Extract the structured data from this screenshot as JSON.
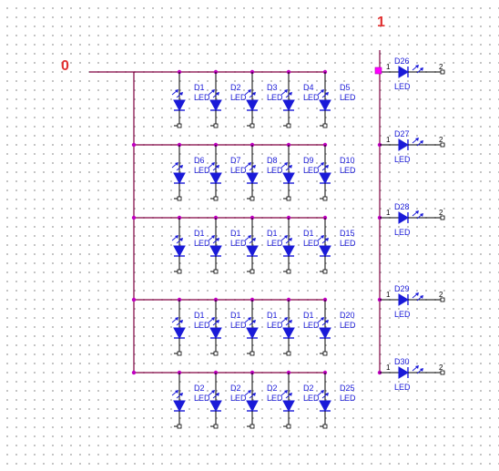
{
  "net_labels": {
    "left": "0",
    "right": "1"
  },
  "matrix": {
    "rows": [
      {
        "leds": [
          {
            "ref": "D1",
            "value": "LED"
          },
          {
            "ref": "D2",
            "value": "LED"
          },
          {
            "ref": "D3",
            "value": "LED"
          },
          {
            "ref": "D4",
            "value": "LED"
          },
          {
            "ref": "D5",
            "value": "LED"
          }
        ]
      },
      {
        "leds": [
          {
            "ref": "D6",
            "value": "LED"
          },
          {
            "ref": "D7",
            "value": "LED"
          },
          {
            "ref": "D8",
            "value": "LED"
          },
          {
            "ref": "D9",
            "value": "LED"
          },
          {
            "ref": "D10",
            "value": "LED"
          }
        ]
      },
      {
        "leds": [
          {
            "ref": "D1",
            "value": "LED"
          },
          {
            "ref": "D1",
            "value": "LED"
          },
          {
            "ref": "D1",
            "value": "LED"
          },
          {
            "ref": "D1",
            "value": "LED"
          },
          {
            "ref": "D15",
            "value": "LED"
          }
        ]
      },
      {
        "leds": [
          {
            "ref": "D1",
            "value": "LED"
          },
          {
            "ref": "D1",
            "value": "LED"
          },
          {
            "ref": "D1",
            "value": "LED"
          },
          {
            "ref": "D1",
            "value": "LED"
          },
          {
            "ref": "D20",
            "value": "LED"
          }
        ]
      },
      {
        "leds": [
          {
            "ref": "D2",
            "value": "LED"
          },
          {
            "ref": "D2",
            "value": "LED"
          },
          {
            "ref": "D2",
            "value": "LED"
          },
          {
            "ref": "D2",
            "value": "LED"
          },
          {
            "ref": "D25",
            "value": "LED"
          }
        ]
      }
    ]
  },
  "side_column": {
    "leds": [
      {
        "ref": "D26",
        "value": "LED",
        "pin1": "1",
        "pin2": "2"
      },
      {
        "ref": "D27",
        "value": "LED",
        "pin1": "1",
        "pin2": "2"
      },
      {
        "ref": "D28",
        "value": "LED",
        "pin1": "1",
        "pin2": "2"
      },
      {
        "ref": "D29",
        "value": "LED",
        "pin1": "1",
        "pin2": "2"
      },
      {
        "ref": "D30",
        "value": "LED",
        "pin1": "1",
        "pin2": "2"
      }
    ]
  },
  "colors": {
    "wire": "#800040",
    "component": "#1a1ad8",
    "junction": "#c000c0",
    "net_label": "#e03030",
    "selection_grip": "#ff00ff"
  }
}
